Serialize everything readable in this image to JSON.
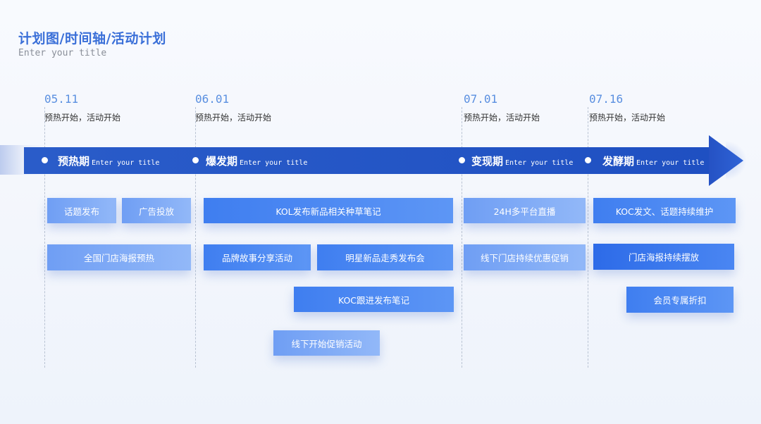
{
  "header": {
    "title": "计划图/时间轴/活动计划",
    "subtitle": "Enter your title"
  },
  "milestones": [
    {
      "date": "05.11",
      "note": "预热开始，活动开始"
    },
    {
      "date": "06.01",
      "note": "预热开始，活动开始"
    },
    {
      "date": "07.01",
      "note": "预热开始，活动开始"
    },
    {
      "date": "07.16",
      "note": "预热开始，活动开始"
    }
  ],
  "phases": [
    {
      "name": "预热期",
      "sub": "Enter your title"
    },
    {
      "name": "爆发期",
      "sub": "Enter your title"
    },
    {
      "name": "变现期",
      "sub": "Enter your title"
    },
    {
      "name": "发酵期",
      "sub": "Enter your title"
    }
  ],
  "tasks": {
    "p1": [
      "话题发布",
      "广告投放",
      "全国门店海报预热"
    ],
    "p2": [
      "KOL发布新品相关种草笔记",
      "品牌故事分享活动",
      "明星新品走秀发布会",
      "KOC跟进发布笔记",
      "线下开始促销活动"
    ],
    "p3": [
      "24H多平台直播",
      "线下门店持续优惠促销"
    ],
    "p4": [
      "KOC发文、话题持续维护",
      "门店海报持续摆放",
      "会员专属折扣"
    ]
  },
  "colors": {
    "arrow": "#2457c9",
    "title": "#3a6fd8",
    "date": "#5a8fe0",
    "box_light": "#7aa6f5",
    "box_deep": "#2d6be8"
  }
}
